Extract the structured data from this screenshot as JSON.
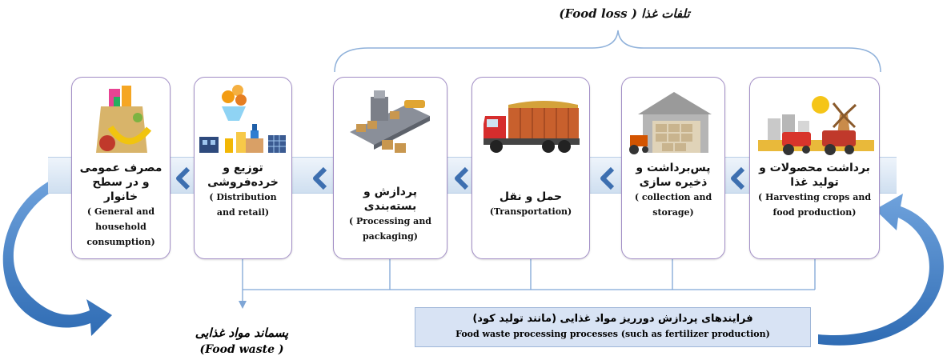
{
  "food_loss_label": "تلفات غذا ( Food loss)",
  "stages": [
    {
      "fa": "برداشت محصولات و تولید غذا",
      "en": "( Harvesting crops and food production)",
      "icon": "harvest-farm-icon"
    },
    {
      "fa": "پس‌برداشت و ذخیره سازی",
      "en": "( collection and storage)",
      "icon": "storage-warehouse-icon"
    },
    {
      "fa": "حمل و نقل",
      "en": "(Transportation)",
      "icon": "truck-icon"
    },
    {
      "fa": "پردازش و بسته‌بندی",
      "en": "( Processing and packaging)",
      "icon": "conveyor-icon"
    },
    {
      "fa": "توزیع و خرده‌فروشی",
      "en": "( Distribution and retail)",
      "icon": "retail-products-icon"
    },
    {
      "fa": "مصرف عمومی و در سطح خانوار",
      "en": "( General and household consumption)",
      "icon": "grocery-bag-icon"
    }
  ],
  "processing_box": {
    "fa": "فرایندهای پردازش دورریز مواد غذایی (مانند تولید کود)",
    "en": "Food waste processing processes (such as fertilizer production)"
  },
  "food_waste": {
    "fa": "پسماند مواد غذایی",
    "en": "(Food waste )"
  },
  "colors": {
    "box_border": "#a38fc7",
    "chevron": "#3d6fb0",
    "connector": "#7fa6d6",
    "arrow": "#3e7cc3"
  }
}
